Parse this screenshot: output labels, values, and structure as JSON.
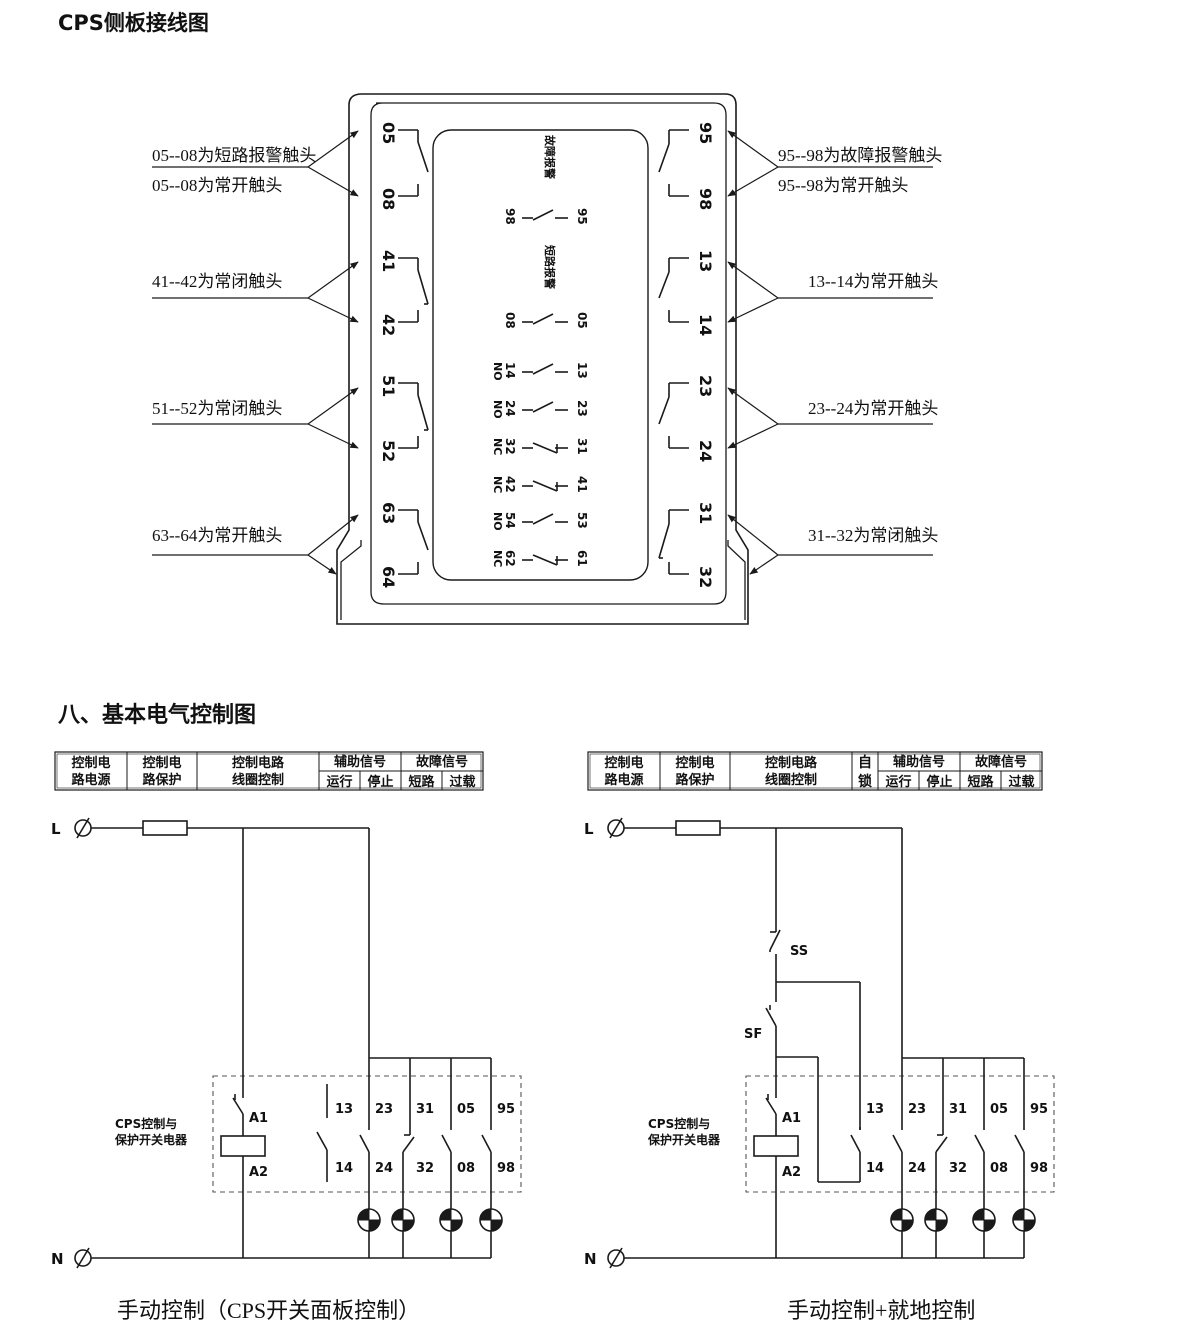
{
  "section_title_side_panel": "CPS侧板接线图",
  "section_title_control": "八、基本电气控制图",
  "side_panel": {
    "inner_labels": {
      "fault_alarm": "故障报警",
      "short_alarm": "短路报警"
    },
    "inner_contacts": [
      {
        "left": "98",
        "right": "95",
        "tag": ""
      },
      {
        "left": "08",
        "right": "05",
        "tag": ""
      },
      {
        "left": "14",
        "right": "13",
        "tag": "NO"
      },
      {
        "left": "24",
        "right": "23",
        "tag": "NO"
      },
      {
        "left": "32",
        "right": "31",
        "tag": "NC"
      },
      {
        "left": "42",
        "right": "41",
        "tag": "NC"
      },
      {
        "left": "54",
        "right": "53",
        "tag": "NO"
      },
      {
        "left": "62",
        "right": "61",
        "tag": "NC"
      }
    ],
    "left_terminals": [
      {
        "top": "05",
        "bottom": "08",
        "type": "no"
      },
      {
        "top": "41",
        "bottom": "42",
        "type": "nc"
      },
      {
        "top": "51",
        "bottom": "52",
        "type": "nc"
      },
      {
        "top": "63",
        "bottom": "64",
        "type": "no"
      }
    ],
    "right_terminals": [
      {
        "top": "95",
        "bottom": "98",
        "type": "no"
      },
      {
        "top": "13",
        "bottom": "14",
        "type": "no"
      },
      {
        "top": "23",
        "bottom": "24",
        "type": "no"
      },
      {
        "top": "31",
        "bottom": "32",
        "type": "nc"
      }
    ],
    "left_callouts": [
      {
        "line1": "05--08为短路报警触头",
        "line2": "05--08为常开触头"
      },
      {
        "line1": "41--42为常闭触头",
        "line2": ""
      },
      {
        "line1": "51--52为常闭触头",
        "line2": ""
      },
      {
        "line1": "63--64为常开触头",
        "line2": ""
      }
    ],
    "right_callouts": [
      {
        "line1": "95--98为故障报警触头",
        "line2": "95--98为常开触头"
      },
      {
        "line1": "13--14为常开触头",
        "line2": ""
      },
      {
        "line1": "23--24为常开触头",
        "line2": ""
      },
      {
        "line1": "31--32为常闭触头",
        "line2": ""
      }
    ]
  },
  "control_diagrams": [
    {
      "caption": "手动控制（CPS开关面板控制）",
      "header": {
        "col1": [
          "控制电",
          "路电源"
        ],
        "col2": [
          "控制电",
          "路保护"
        ],
        "col3": [
          "控制电路",
          "线圈控制"
        ],
        "aux": "辅助信号",
        "aux_sub": [
          "运行",
          "停止"
        ],
        "fault": "故障信号",
        "fault_sub": [
          "短路",
          "过载"
        ]
      },
      "device_label": [
        "CPS控制与",
        "保护开关电器"
      ],
      "line_L": "L",
      "line_N": "N",
      "coil": [
        "A1",
        "A2"
      ],
      "contacts": [
        {
          "top": "13",
          "bottom": "14"
        },
        {
          "top": "23",
          "bottom": "24"
        },
        {
          "top": "31",
          "bottom": "32"
        },
        {
          "top": "05",
          "bottom": "08"
        },
        {
          "top": "95",
          "bottom": "98"
        }
      ]
    },
    {
      "caption": "手动控制+就地控制",
      "header": {
        "col1": [
          "控制电",
          "路电源"
        ],
        "col2": [
          "控制电",
          "路保护"
        ],
        "col3": [
          "控制电路",
          "线圈控制"
        ],
        "selflock": [
          "自",
          "锁"
        ],
        "aux": "辅助信号",
        "aux_sub": [
          "运行",
          "停止"
        ],
        "fault": "故障信号",
        "fault_sub": [
          "短路",
          "过载"
        ]
      },
      "device_label": [
        "CPS控制与",
        "保护开关电器"
      ],
      "line_L": "L",
      "line_N": "N",
      "coil": [
        "A1",
        "A2"
      ],
      "buttons": [
        "SS",
        "SF"
      ],
      "contacts": [
        {
          "top": "13",
          "bottom": "14"
        },
        {
          "top": "23",
          "bottom": "24"
        },
        {
          "top": "31",
          "bottom": "32"
        },
        {
          "top": "05",
          "bottom": "08"
        },
        {
          "top": "95",
          "bottom": "98"
        }
      ]
    }
  ]
}
